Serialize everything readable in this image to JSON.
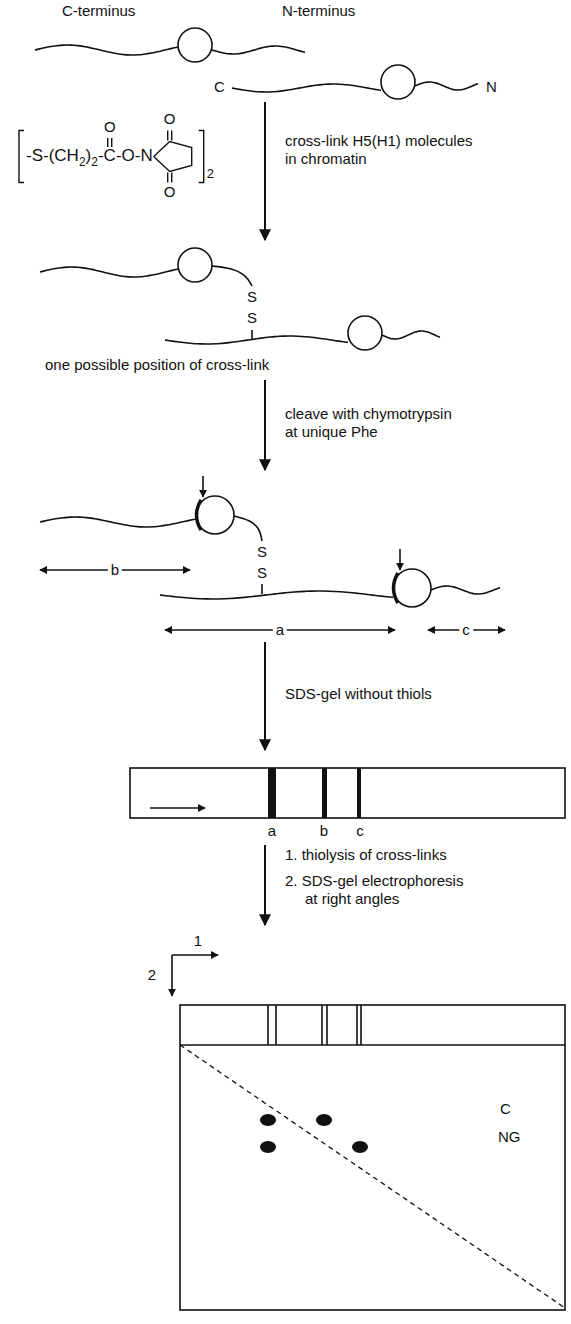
{
  "diagram": {
    "labels": [
      "C-terminus",
      "N-terminus",
      "C",
      "N",
      "O",
      "O",
      "O",
      "-S-(CH",
      "2",
      ")",
      "2",
      "-C-O-N",
      "2",
      "cross-link H5(H1) molecules in chromatin",
      "S",
      "S",
      "one possible position of cross-link",
      "cleave with chymotrypsin at unique Phe",
      "S",
      "S",
      "b",
      "a",
      "c",
      "SDS-gel without thiols",
      "a",
      "b",
      "c",
      "1. thiolysis of cross-links",
      "2. SDS-gel electrophoresis at right angles",
      "1",
      "2",
      "C",
      "NG"
    ]
  }
}
